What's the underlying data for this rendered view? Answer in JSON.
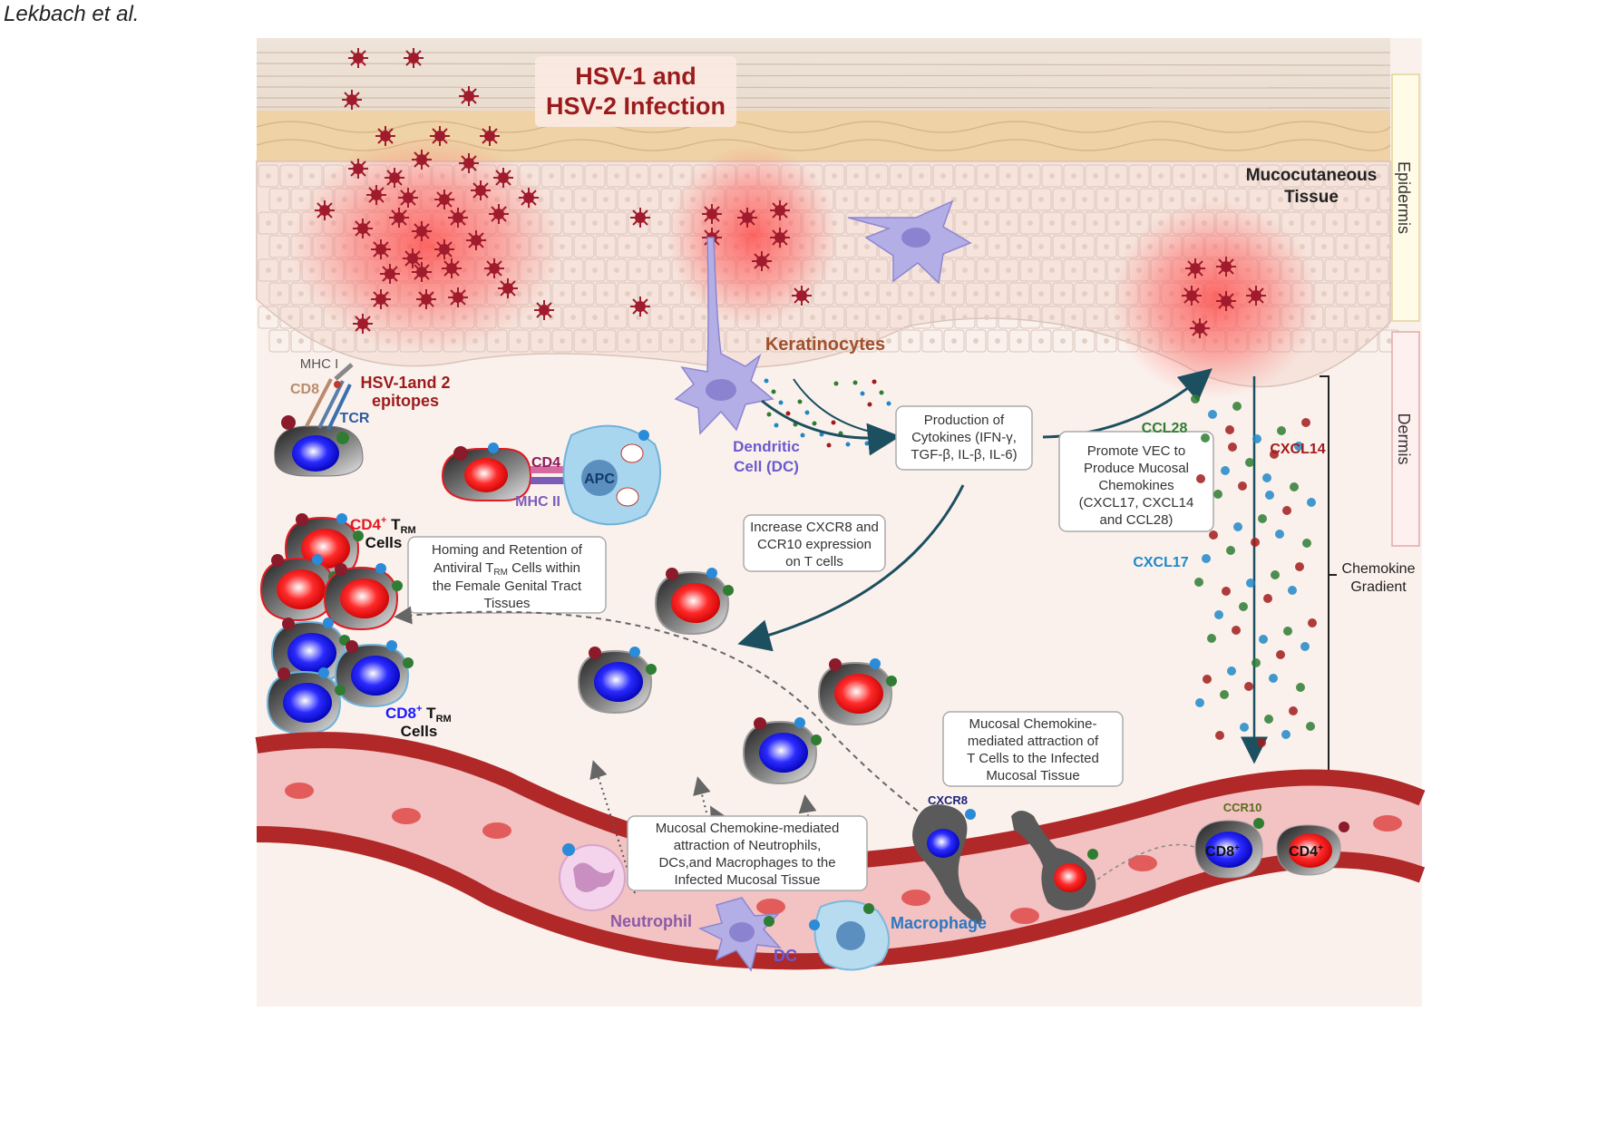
{
  "author": "Lekbach et al.",
  "title": {
    "line1": "HSV-1 and",
    "line2": "HSV-2 Infection"
  },
  "layers": {
    "epidermis": "Epidermis",
    "dermis": "Dermis"
  },
  "tissue": {
    "line1": "Mucocutaneous",
    "line2": "Tissue"
  },
  "keratinocytes": "Keratinocytes",
  "dc_label": {
    "line1": "Dendritic",
    "line2": "Cell (DC)"
  },
  "mhc1": "MHC I",
  "cd8": "CD8",
  "epitopes": {
    "line1": "HSV-1and 2",
    "line2": "epitopes"
  },
  "tcr": "TCR",
  "cd4": "CD4",
  "mhc2": "MHC II",
  "apc": "APC",
  "cd4_trm": {
    "prefix": "CD4",
    "sup": "+",
    "t": " T",
    "sub": "RM",
    "line2": "Cells"
  },
  "cd8_trm": {
    "prefix": "CD8",
    "sup": "+",
    "t": " T",
    "sub": "RM",
    "line2": "Cells"
  },
  "box_cytokines": {
    "line1": "Production of",
    "line2": "Cytokines (IFN-γ,",
    "line3": "TGF-β, IL-β, IL-6)"
  },
  "box_promote": {
    "line1": "Promote VEC to",
    "line2": "Produce Mucosal",
    "line3": "Chemokines",
    "line4": "(CXCL17, CXCL14",
    "line5": "and CCL28)"
  },
  "box_cxcr8": {
    "line1": "Increase CXCR8 and",
    "line2": "CCR10 expression",
    "line3": "on T cells"
  },
  "box_homing": {
    "line1": "Homing and Retention of",
    "line2a": "Antiviral T",
    "line2sub": "RM",
    "line2b": " Cells within",
    "line3": "the Female Genital Tract",
    "line4": "Tissues"
  },
  "box_tcell_attraction": {
    "line1": "Mucosal Chemokine-",
    "line2": "mediated attraction of",
    "line3": "T Cells to the Infected",
    "line4": "Mucosal Tissue"
  },
  "box_innate_attraction": {
    "line1": "Mucosal Chemokine-mediated",
    "line2": "attraction of Neutrophils,",
    "line3": "DCs,and Macrophages to the",
    "line4": "Infected Mucosal Tissue"
  },
  "chemokines": {
    "ccl28": "CCL28",
    "cxcl14": "CXCL14",
    "cxcl17": "CXCL17"
  },
  "gradient": {
    "line1": "Chemokine",
    "line2": "Gradient"
  },
  "cxcr8": "CXCR8",
  "ccr10": "CCR10",
  "cd8_blood": {
    "text": "CD8",
    "sup": "+"
  },
  "cd4_blood": {
    "text": "CD4",
    "sup": "+"
  },
  "neutrophil": "Neutrophil",
  "dc_small": "DC",
  "macrophage": "Macrophage",
  "colors": {
    "title": "#9b1b1b",
    "cd4_red": "#e11b22",
    "cd8_blue": "#1a1aff",
    "chemokine_green": "#2e7d32",
    "chemokine_red": "#a01c1c",
    "chemokine_blue": "#1e88c8",
    "arrow_teal": "#1c4f5f",
    "dc_purple": "#6a5acd",
    "macrophage_blue": "#2b78c2"
  }
}
